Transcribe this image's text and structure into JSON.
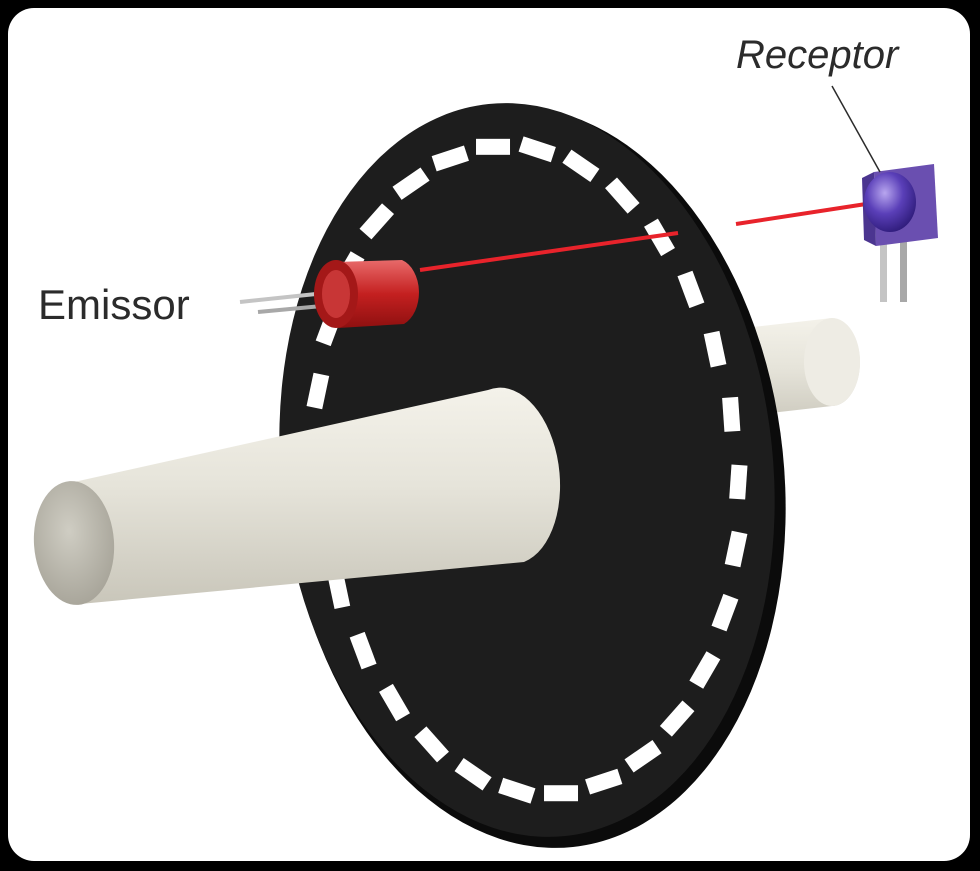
{
  "labels": {
    "emitter": "Emissor",
    "receiver": "Receptor"
  },
  "disk": {
    "slot_count": 30
  },
  "colors": {
    "frame": "#000000",
    "background": "#ffffff",
    "disk": "#1d1d1d",
    "shaft": "#e4e2d8",
    "emitter_led": "#c42020",
    "beam": "#e8232b",
    "receiver_body": "#6a4fb0",
    "receiver_lens": "#4a2fa0",
    "pins": "#bfbfbf"
  }
}
